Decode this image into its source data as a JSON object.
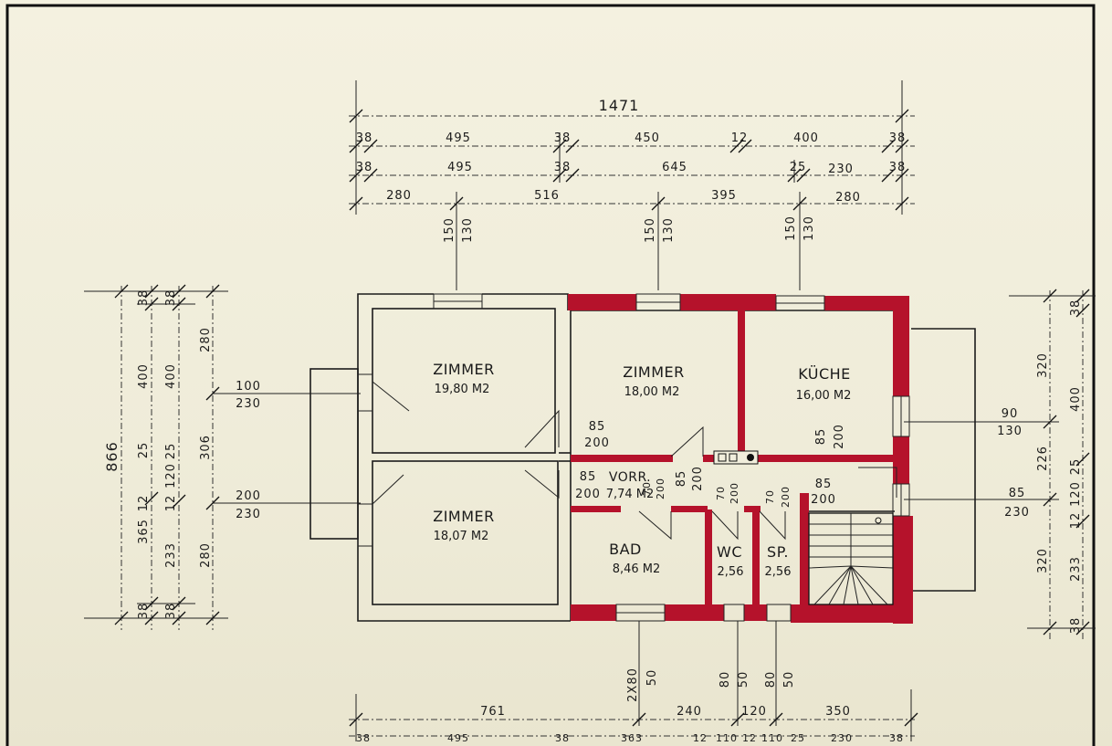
{
  "dimensions": {
    "top_total": "1471",
    "top_row1": [
      "38",
      "495",
      "38",
      "450",
      "12",
      "400",
      "38"
    ],
    "top_row2": [
      "38",
      "495",
      "38",
      "645",
      "25",
      "230",
      "38"
    ],
    "top_row3": [
      "280",
      "516",
      "395",
      "280"
    ],
    "window_marks": [
      {
        "a": "150",
        "b": "130"
      },
      {
        "a": "150",
        "b": "130"
      },
      {
        "a": "150",
        "b": "130"
      }
    ],
    "left_total": "866",
    "left_col1": [
      "38",
      "400",
      "25",
      "12",
      "365",
      "38"
    ],
    "left_col2": [
      "38",
      "400",
      "25",
      "120",
      "12",
      "233",
      "38"
    ],
    "left_col3": [
      "280",
      "306",
      "280"
    ],
    "left_windows": [
      {
        "a": "100",
        "b": "230"
      },
      {
        "a": "200",
        "b": "230"
      }
    ],
    "right_col1": [
      "320",
      "226",
      "320"
    ],
    "right_col2": [
      "38",
      "400",
      "25",
      "120",
      "12",
      "233",
      "38"
    ],
    "right_windows": [
      {
        "a": "90",
        "b": "130"
      },
      {
        "a": "85",
        "b": "230"
      }
    ],
    "bottom_row1": [
      "761",
      "240",
      "120",
      "350"
    ],
    "bottom_row2": [
      "38",
      "495",
      "38",
      "363",
      "12",
      "110",
      "12",
      "110",
      "25",
      "230",
      "38"
    ],
    "bottom_marks": [
      {
        "a": "2X80",
        "b": "50"
      },
      {
        "a": "80",
        "b": "50"
      },
      {
        "a": "80",
        "b": "50"
      }
    ],
    "doors": [
      {
        "a": "85",
        "b": "200"
      },
      {
        "a": "85",
        "b": "200"
      },
      {
        "a": "85",
        "b": "200"
      },
      {
        "a": "85",
        "b": "200"
      },
      {
        "a": "85",
        "b": "200"
      },
      {
        "a": "70",
        "b": "200"
      },
      {
        "a": "70",
        "b": "200"
      },
      {
        "a": "70",
        "b": "200"
      }
    ]
  },
  "rooms": {
    "zimmer1": {
      "name": "ZIMMER",
      "area": "19,80 M2"
    },
    "zimmer2": {
      "name": "ZIMMER",
      "area": "18,00 M2"
    },
    "kueche": {
      "name": "KÜCHE",
      "area": "16,00 M2"
    },
    "zimmer3": {
      "name": "ZIMMER",
      "area": "18,07 M2"
    },
    "vorr": {
      "name": "VORR.",
      "area": "7,74 M2"
    },
    "bad": {
      "name": "BAD",
      "area": "8,46 M2"
    },
    "wc": {
      "name": "WC",
      "area": "2,56"
    },
    "sp": {
      "name": "SP.",
      "area": "2,56"
    }
  },
  "colors": {
    "new_walls": "#b5122b",
    "lines": "#1b1b1b",
    "paper": "#f1eedc"
  }
}
